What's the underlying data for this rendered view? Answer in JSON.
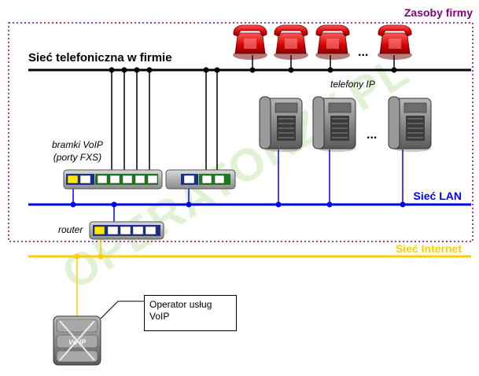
{
  "title": "Zasoby firmy",
  "labels": {
    "phone_network": "Sieć telefoniczna w firmie",
    "ip_phones": "telefony IP",
    "gateways_line1": "bramki VoIP",
    "gateways_line2": "(porty FXS)",
    "lan": "Sieć LAN",
    "router": "router",
    "internet": "Sieć Internet",
    "operator_line1": "Operator usług",
    "operator_line2": "VoIP",
    "voip_device_text": "Vo  IP",
    "ellipsis": "..."
  },
  "watermark": "OPERATORZY.PL",
  "colors": {
    "frame": "#800080",
    "lan": "#0000ff",
    "internet": "#ffcc00",
    "phone_line": "#000000",
    "phone_red": "#e00000",
    "watermark": "#c9e6b4"
  }
}
